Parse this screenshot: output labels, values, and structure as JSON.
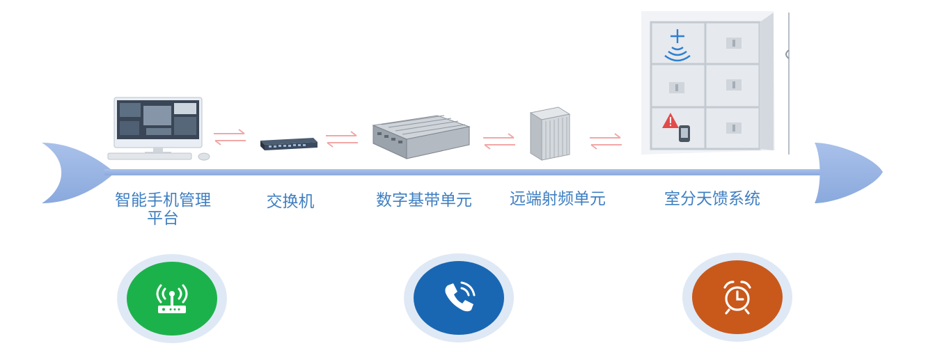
{
  "nodes": [
    {
      "line1": "智能手机管理",
      "line2": "平台"
    },
    {
      "line1": "交换机"
    },
    {
      "line1": "数字基带单元"
    },
    {
      "line1": "远端射频单元"
    },
    {
      "line1": "室分天馈系统"
    }
  ],
  "colors": {
    "flow_line": "#8eaee0",
    "arrow": "#f2a7a7",
    "label": "#3f7fc2",
    "router_circle": "#1cb24b",
    "phone_circle": "#1967b3",
    "alarm_circle": "#c9581b",
    "halo": "#dfe9f5"
  },
  "icons": [
    "router-wifi-icon",
    "phone-ringing-icon",
    "alarm-clock-icon"
  ]
}
